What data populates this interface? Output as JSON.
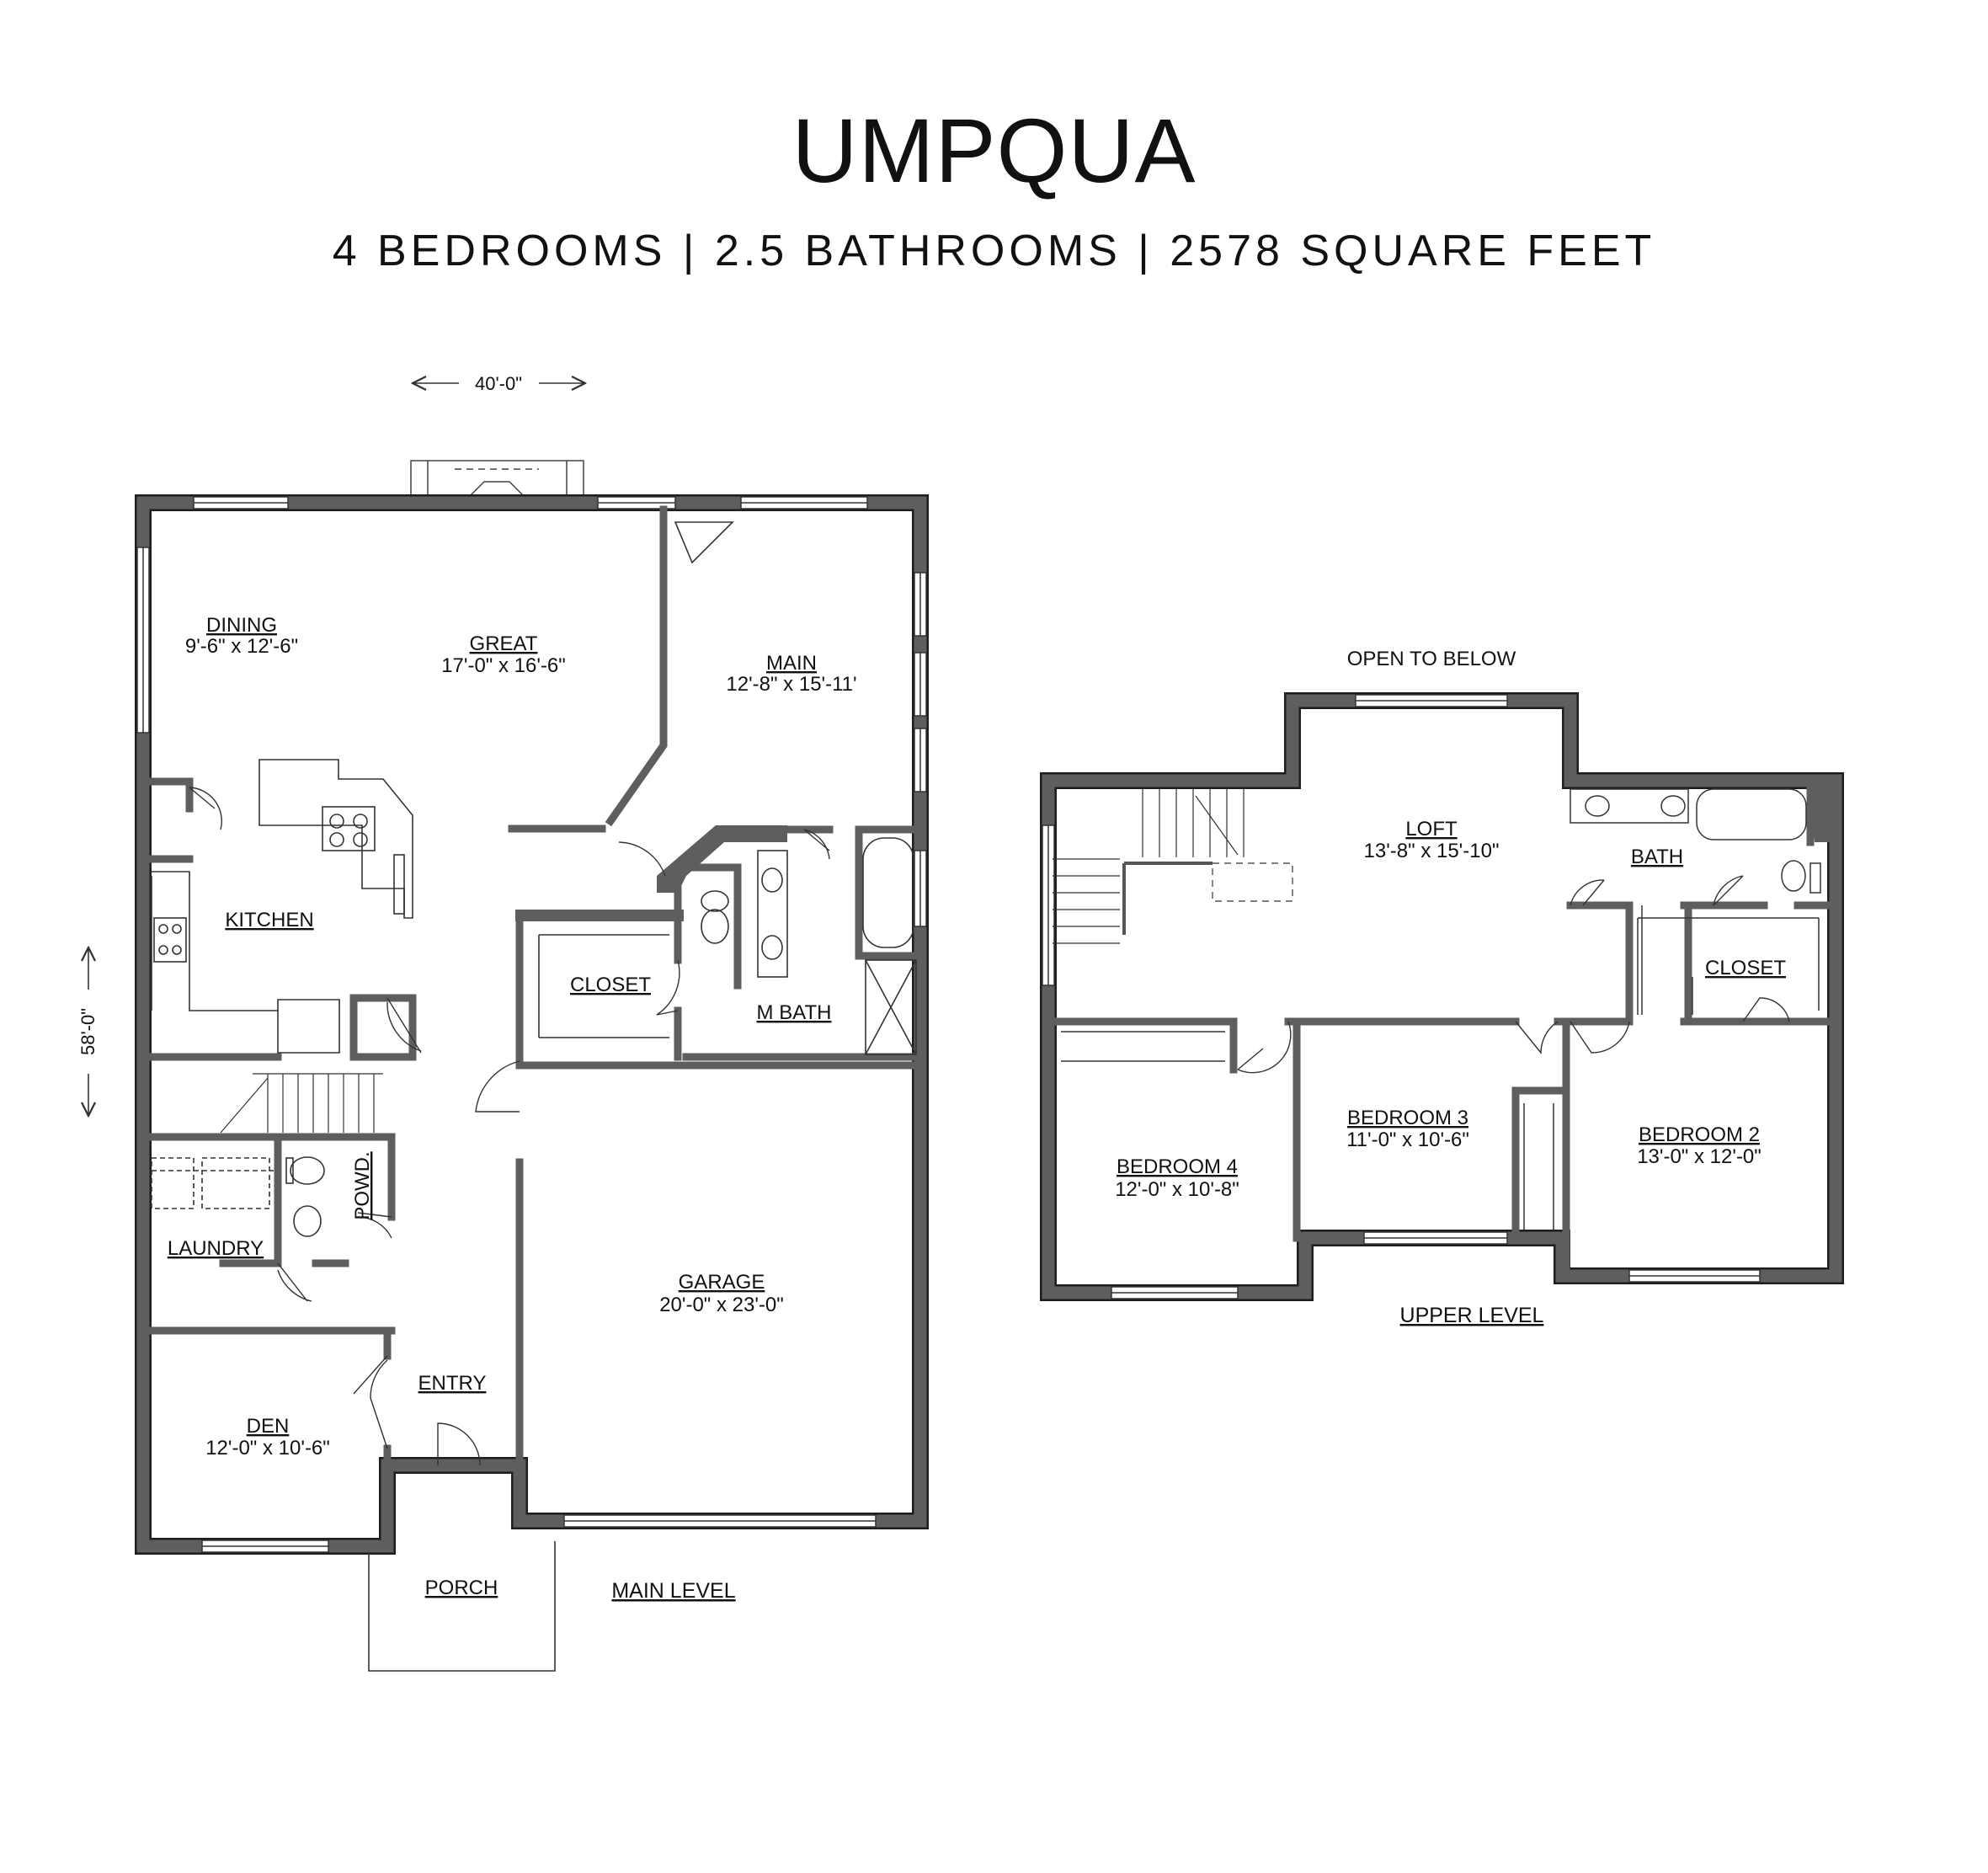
{
  "title": "UMPQUA",
  "subtitle": "4 BEDROOMS | 2.5 BATHROOMS | 2578 SQUARE FEET",
  "dimensions": {
    "width_label": "40'-0\"",
    "depth_label": "58'-0\""
  },
  "colors": {
    "wall": "#5e5e5e",
    "wall_outline": "#1e1e1e",
    "line": "#333333",
    "background": "#ffffff"
  },
  "main_level": {
    "label": "MAIN LEVEL",
    "rooms": {
      "dining": {
        "name": "DINING",
        "size": "9'-6\" x 12'-6\""
      },
      "great": {
        "name": "GREAT",
        "size": "17'-0\" x 16'-6\""
      },
      "main": {
        "name": "MAIN",
        "size": "12'-8\" x 15'-11'"
      },
      "kitchen": {
        "name": "KITCHEN"
      },
      "closet": {
        "name": "CLOSET"
      },
      "mbath": {
        "name": "M BATH"
      },
      "powder": {
        "name": "POWD."
      },
      "laundry": {
        "name": "LAUNDRY"
      },
      "garage": {
        "name": "GARAGE",
        "size": "20'-0\" x 23'-0\""
      },
      "entry": {
        "name": "ENTRY"
      },
      "den": {
        "name": "DEN",
        "size": "12'-0\" x 10'-6\""
      },
      "porch": {
        "name": "PORCH"
      }
    }
  },
  "upper_level": {
    "label": "UPPER LEVEL",
    "open_to_below": "OPEN TO BELOW",
    "rooms": {
      "loft": {
        "name": "LOFT",
        "size": "13'-8\" x 15'-10\""
      },
      "bath": {
        "name": "BATH"
      },
      "closet": {
        "name": "CLOSET"
      },
      "bedroom4": {
        "name": "BEDROOM 4",
        "size": "12'-0\" x 10'-8\""
      },
      "bedroom3": {
        "name": "BEDROOM 3",
        "size": "11'-0\" x 10'-6\""
      },
      "bedroom2": {
        "name": "BEDROOM 2",
        "size": "13'-0\" x 12'-0\""
      }
    }
  }
}
